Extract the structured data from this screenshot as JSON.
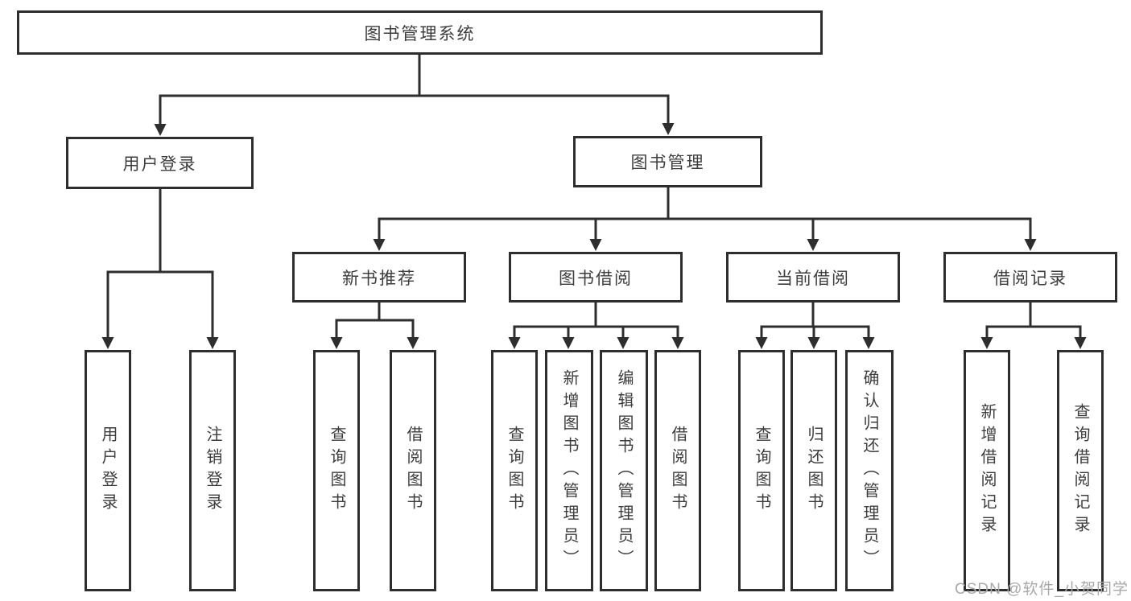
{
  "diagram": {
    "root": {
      "label": "图书管理系统"
    },
    "branches": [
      {
        "label": "用户登录",
        "children": [
          {
            "label": "用户登录"
          },
          {
            "label": "注销登录"
          }
        ]
      },
      {
        "label": "图书管理",
        "children": [
          {
            "label": "新书推荐",
            "children": [
              {
                "label": "查询图书"
              },
              {
                "label": "借阅图书"
              }
            ]
          },
          {
            "label": "图书借阅",
            "children": [
              {
                "label": "查询图书"
              },
              {
                "label": "新增图书（管理员）"
              },
              {
                "label": "编辑图书（管理员）"
              },
              {
                "label": "借阅图书"
              }
            ]
          },
          {
            "label": "当前借阅",
            "children": [
              {
                "label": "查询图书"
              },
              {
                "label": "归还图书"
              },
              {
                "label": "确认归还（管理员）"
              }
            ]
          },
          {
            "label": "借阅记录",
            "children": [
              {
                "label": "新增借阅记录"
              },
              {
                "label": "查询借阅记录"
              }
            ]
          }
        ]
      }
    ]
  },
  "watermark": {
    "text": "CSDN @软件_小贺同学"
  },
  "colors": {
    "line": "#2e2e2e",
    "text": "#3d3d3d",
    "watermark": "#a9a9a9",
    "background": "#ffffff"
  }
}
